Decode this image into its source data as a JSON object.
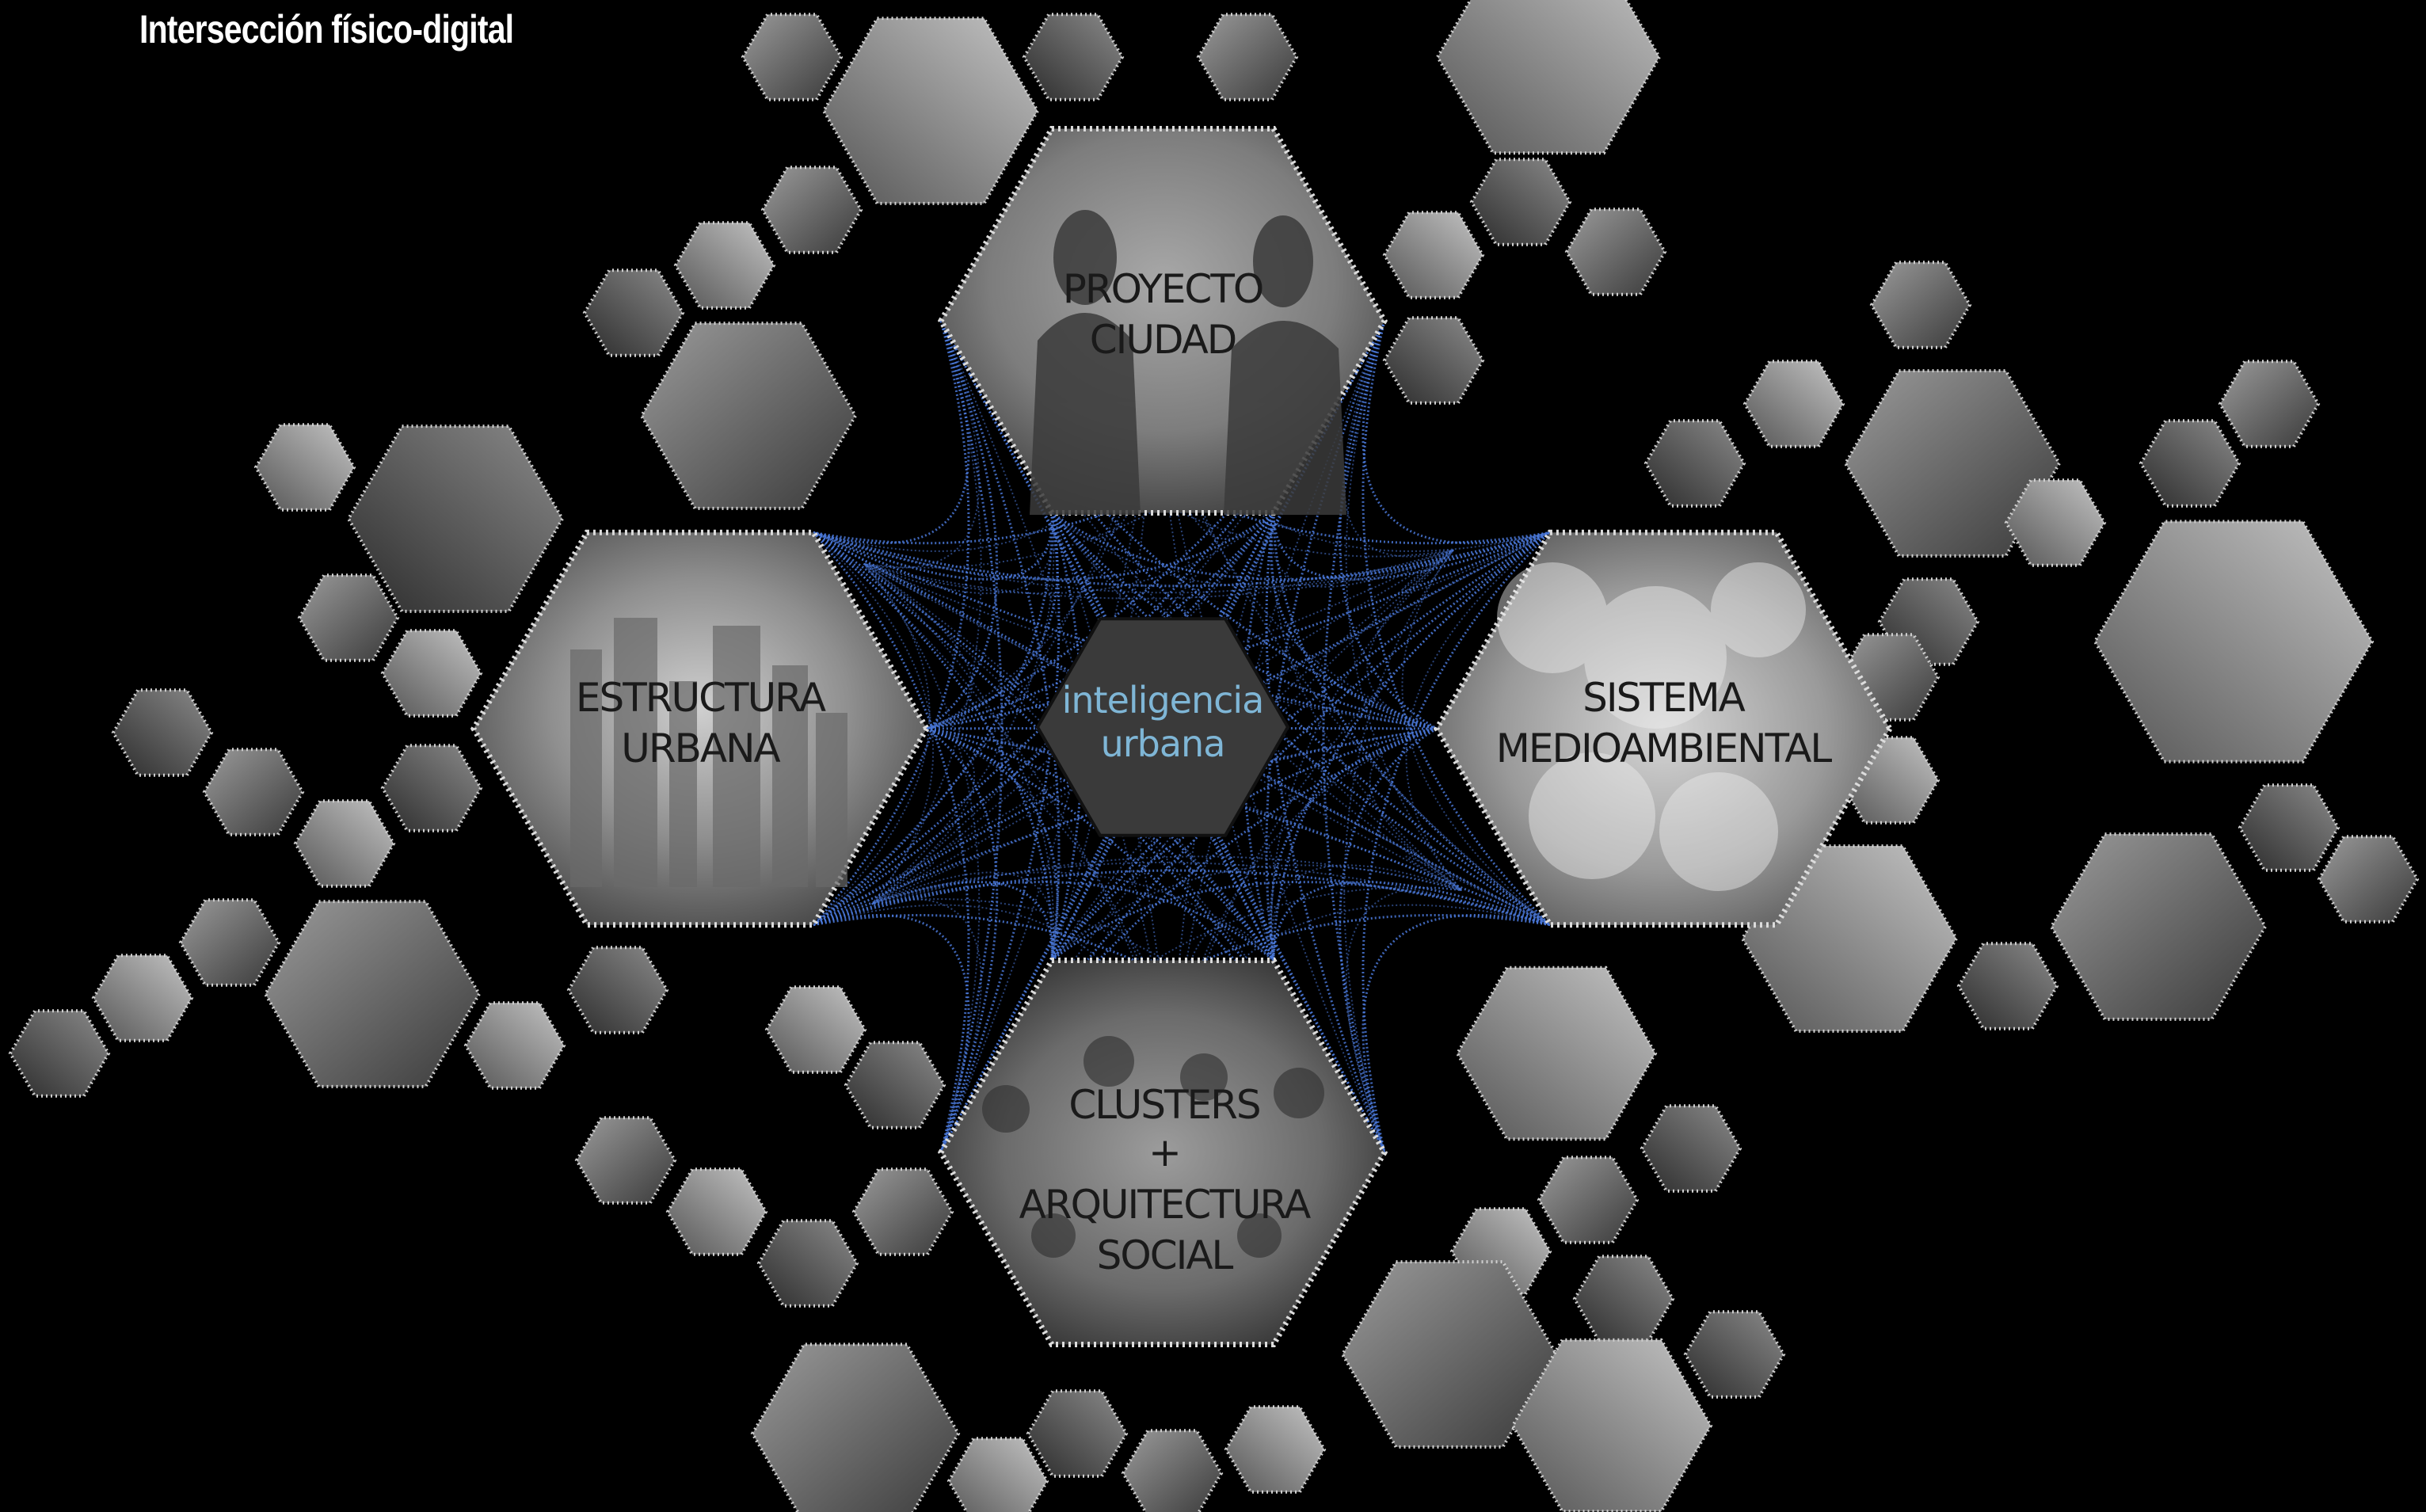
{
  "title": "Intersección físico-digital",
  "center": {
    "line1": "inteligencia",
    "line2": "urbana"
  },
  "nodes": {
    "proyecto_ciudad": {
      "line1": "PROYECTO",
      "line2": "CIUDAD"
    },
    "estructura_urbana": {
      "line1": "ESTRUCTURA",
      "line2": "URBANA"
    },
    "sistema_medioambiental": {
      "line1": "SISTEMA",
      "line2": "MEDIOAMBIENTAL"
    },
    "clusters_arquitectura_social": {
      "line1": "CLUSTERS",
      "line2": "+",
      "line3": "ARQUITECTURA",
      "line4": "SOCIAL"
    }
  },
  "colors": {
    "background": "#000000",
    "network": "#4a78d8",
    "network_glow": "#2f56b8",
    "center_fill": "#3a3a3a",
    "center_text": "#7fb6d6",
    "hex_border": "#d8d8d8"
  }
}
